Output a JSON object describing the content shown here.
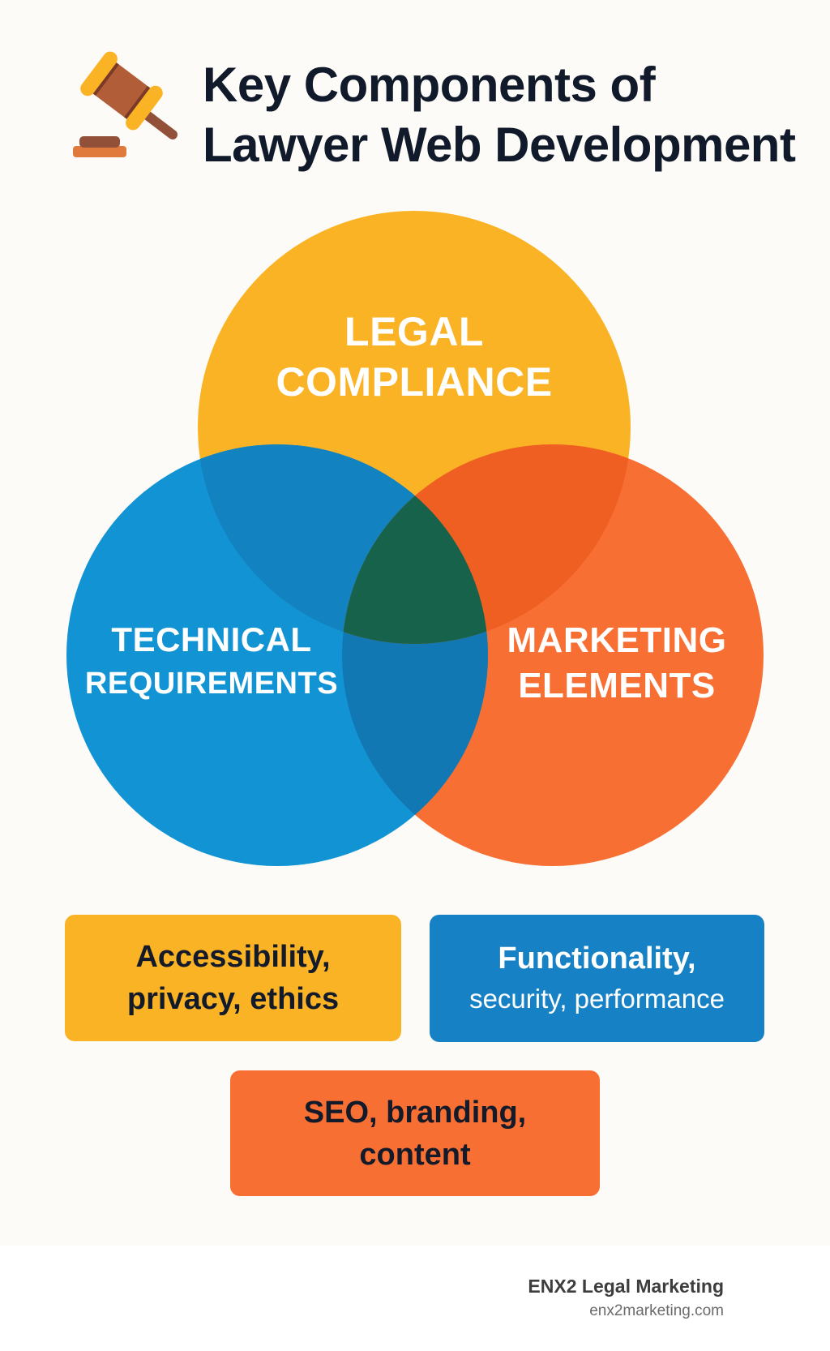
{
  "header": {
    "icon": "gavel-icon",
    "title_line1": "Key Components of",
    "title_line2": "Lawyer Web Development"
  },
  "venn": {
    "circles": [
      {
        "id": "legal",
        "label_line1": "LEGAL",
        "label_line2": "COMPLIANCE",
        "color": "#fbb326"
      },
      {
        "id": "technical",
        "label_line1": "TECHNICAL",
        "label_line2": "REQUIREMENTS",
        "color": "#1294d4"
      },
      {
        "id": "marketing",
        "label_line1": "MARKETING",
        "label_line2": "ELEMENTS",
        "color": "#f76f33"
      }
    ],
    "overlap_colors": {
      "legal_technical": "#1282c0",
      "legal_marketing": "#f05f22",
      "technical_marketing": "#1278b4",
      "all_three": "#17624a"
    }
  },
  "boxes": {
    "legal": {
      "line1": "Accessibility,",
      "line2": "privacy, ethics",
      "color": "#fbb326"
    },
    "technical": {
      "line1": "Functionality,",
      "line2": "security, performance",
      "color": "#1681c4"
    },
    "marketing": {
      "line1": "SEO, branding,",
      "line2": "content",
      "color": "#f76f33"
    }
  },
  "footer": {
    "brand": "ENX2 Legal Marketing",
    "url": "enx2marketing.com"
  }
}
